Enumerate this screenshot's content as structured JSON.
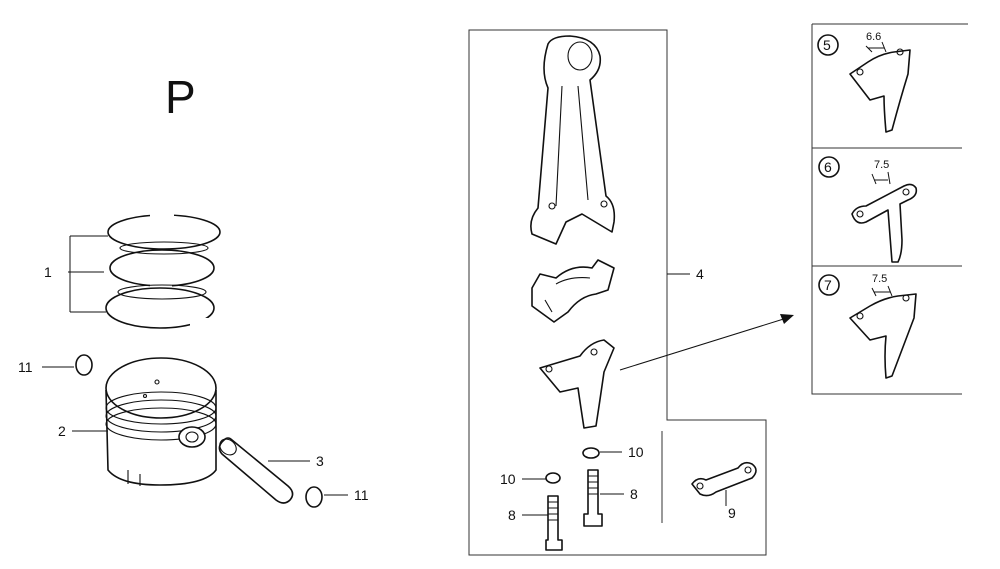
{
  "diagram": {
    "section_letter": "P",
    "callouts": {
      "c1": "1",
      "c2": "2",
      "c3": "3",
      "c4": "4",
      "c8a": "8",
      "c8b": "8",
      "c9": "9",
      "c10a": "10",
      "c10b": "10",
      "c11a": "11",
      "c11b": "11"
    },
    "variants": [
      {
        "number": "5",
        "dimension": "6.6"
      },
      {
        "number": "6",
        "dimension": "7.5"
      },
      {
        "number": "7",
        "dimension": "7.5"
      }
    ]
  }
}
